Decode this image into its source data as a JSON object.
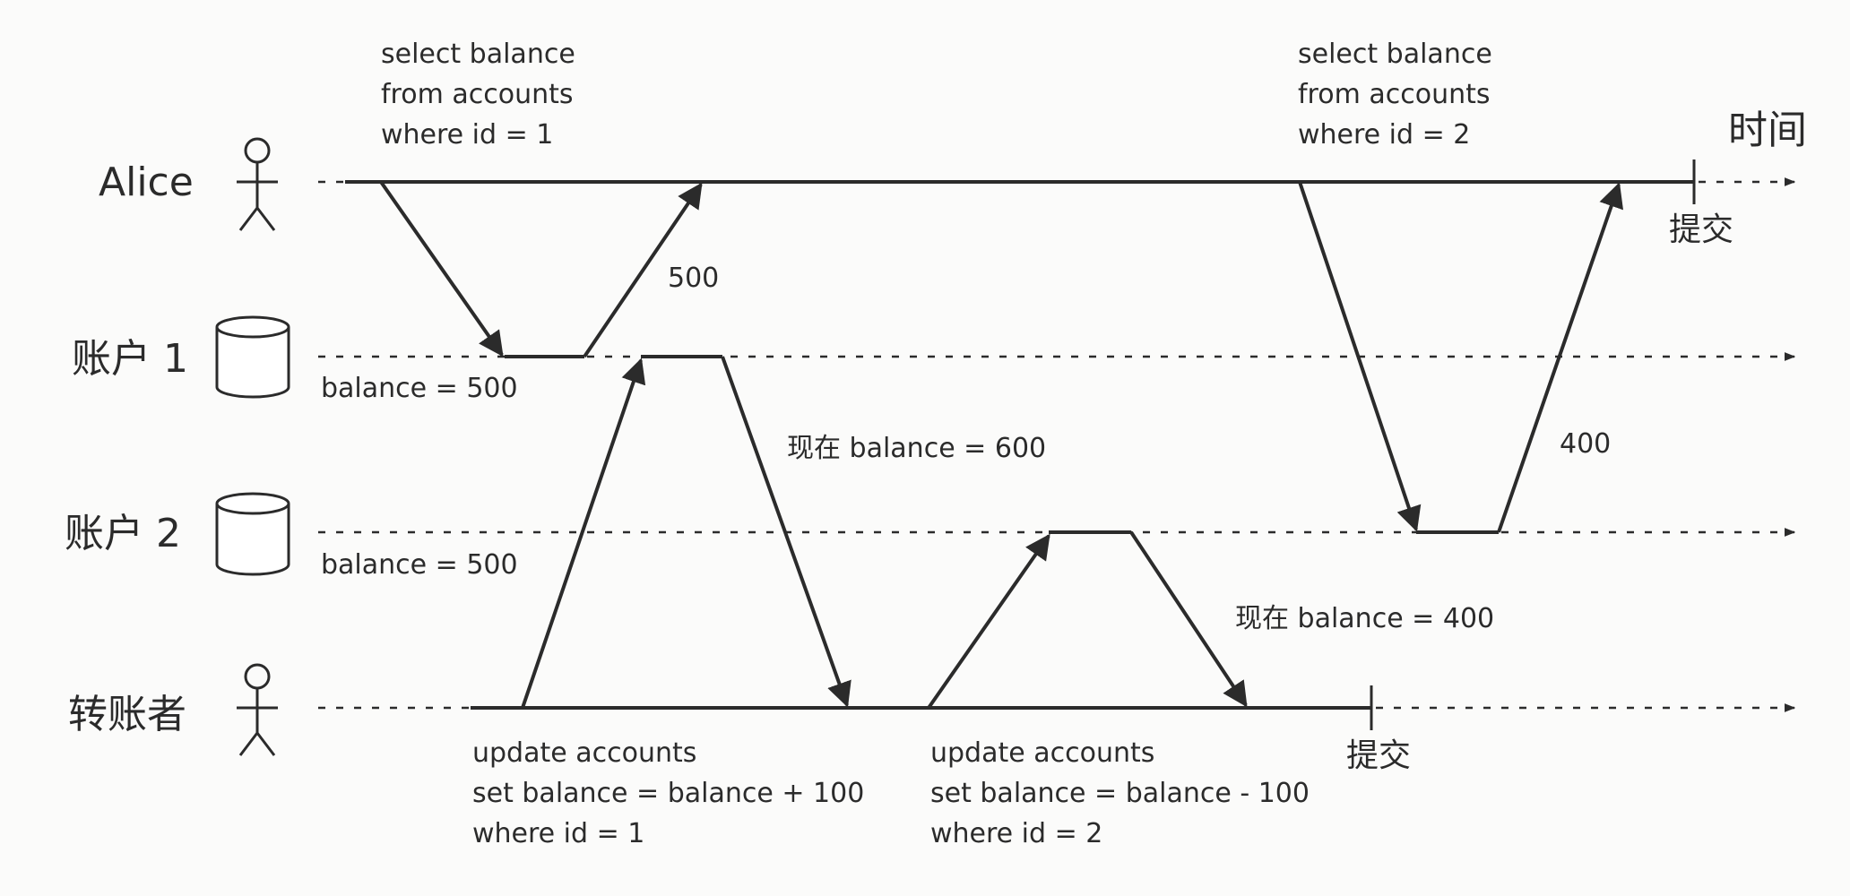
{
  "actors": {
    "alice": "Alice",
    "account1": "账户 1",
    "account2": "账户 2",
    "transferrer": "转账者"
  },
  "time_label": "时间",
  "commit_label": "提交",
  "queries": {
    "alice_q1": [
      "select balance",
      "from accounts",
      "where id = 1"
    ],
    "alice_q2": [
      "select balance",
      "from accounts",
      "where id = 2"
    ],
    "transfer_q1": [
      "update accounts",
      "set balance = balance + 100",
      "where id = 1"
    ],
    "transfer_q2": [
      "update accounts",
      "set balance = balance - 100",
      "where id = 2"
    ]
  },
  "values": {
    "read1": "500",
    "read2": "400",
    "acc1_initial": "balance = 500",
    "acc2_initial": "balance = 500",
    "acc1_now": "现在 balance = 600",
    "acc2_now": "现在 balance = 400"
  },
  "colors": {
    "line": "#2b2b2b",
    "text": "#2b2b2b"
  }
}
